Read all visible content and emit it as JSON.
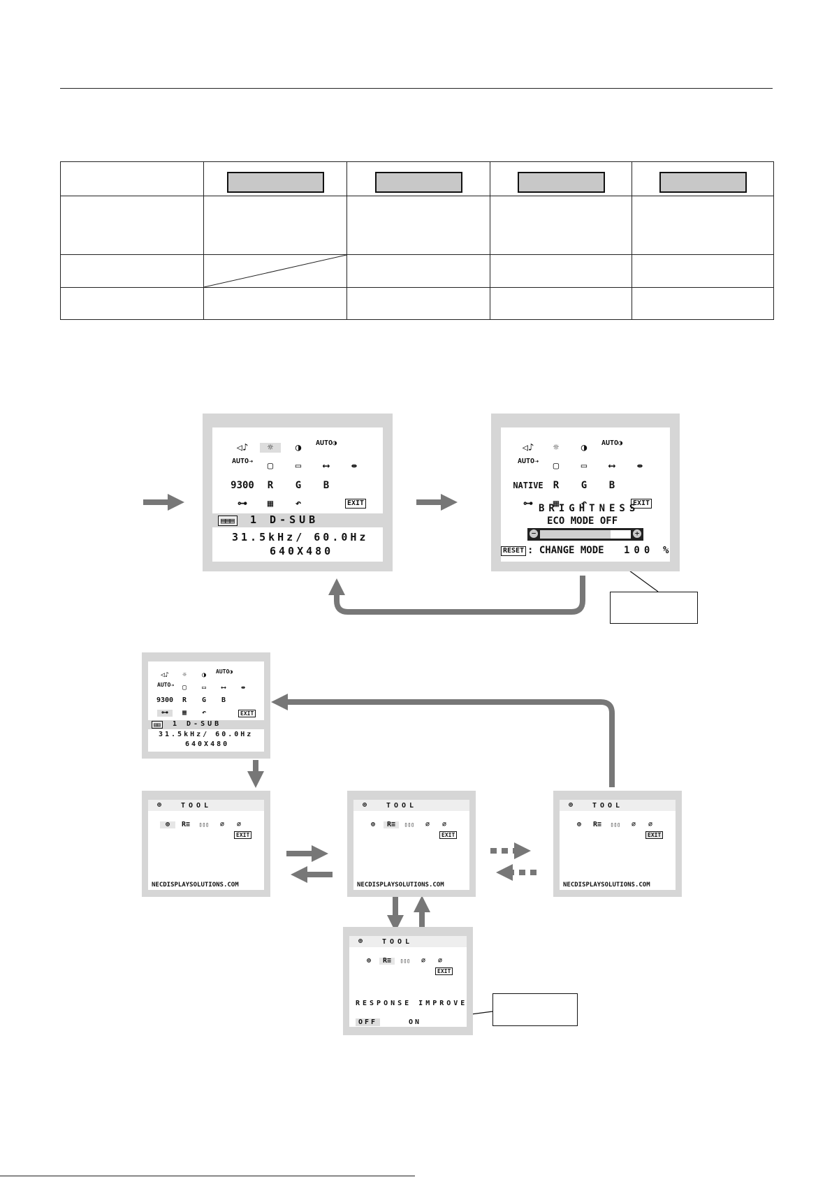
{
  "menu_icons": {
    "row1": [
      "◁♪",
      "☼",
      "◑",
      "AUTO◑"
    ],
    "row2": [
      "AUTO⇢",
      "▢",
      "▭",
      "⟷",
      "⇹"
    ],
    "row3_default": [
      "9300",
      "R",
      "G",
      "B"
    ],
    "row3_native": [
      "NATIVE",
      "R",
      "G",
      "B"
    ],
    "row4": [
      "⊶",
      "▦",
      "↶",
      "EXIT"
    ]
  },
  "info": {
    "input": "1 D-SUB",
    "freq": "31.5kHz/ 60.0Hz",
    "resolution": "640X480"
  },
  "brightness": {
    "title": "BRIGHTNESS",
    "eco": "ECO MODE OFF",
    "reset_key": "RESET",
    "change_mode": ": CHANGE MODE",
    "value": "100",
    "unit": "%",
    "level": 0.78
  },
  "tool": {
    "title": "TOOL",
    "site": "NECDISPLAYSOLUTIONS.COM",
    "icons": [
      "⊕",
      "R≡",
      "▯▯▯",
      "⌀",
      "⌀",
      "EXIT"
    ],
    "response_title": "RESPONSE IMPROVE",
    "off": "OFF",
    "on": "ON"
  }
}
